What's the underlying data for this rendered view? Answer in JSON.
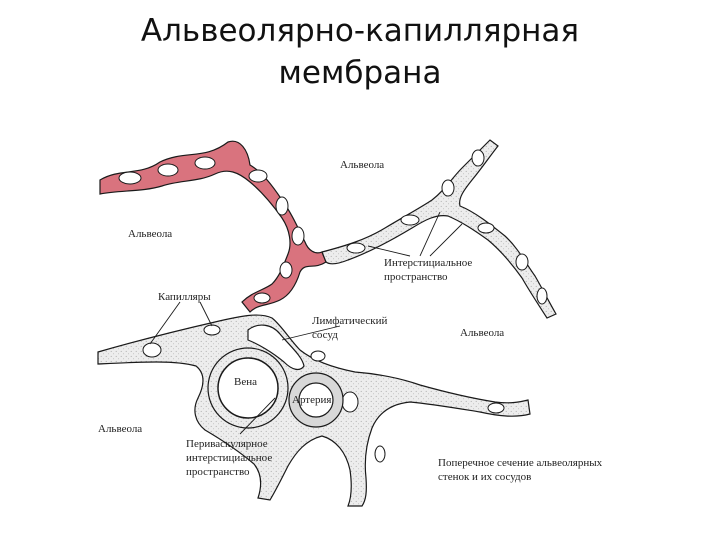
{
  "slide": {
    "title_line1": "Альвеолярно-капиллярная",
    "title_line2": "мембрана"
  },
  "diagram": {
    "labels": {
      "alveola_top": "Альвеола",
      "alveola_left": "Альвеола",
      "alveola_right": "Альвеола",
      "alveola_bottom": "Альвеола",
      "interstitial_line1": "Интерстициальное",
      "interstitial_line2": "пространство",
      "capillaries": "Капилляры",
      "lymph_line1": "Лимфатический",
      "lymph_line2": "сосуд",
      "vein": "Вена",
      "artery": "Артерия",
      "perivascular_line1": "Периваскулярное",
      "perivascular_line2": "интерстициальное",
      "perivascular_line3": "пространство",
      "caption_line1": "Поперечное сечение альвеолярных",
      "caption_line2": "стенок и их сосудов"
    },
    "colors": {
      "pink_wall": "#d9737e",
      "gray_tissue": "#e9e9e9",
      "outline": "#1a1a1a"
    }
  }
}
